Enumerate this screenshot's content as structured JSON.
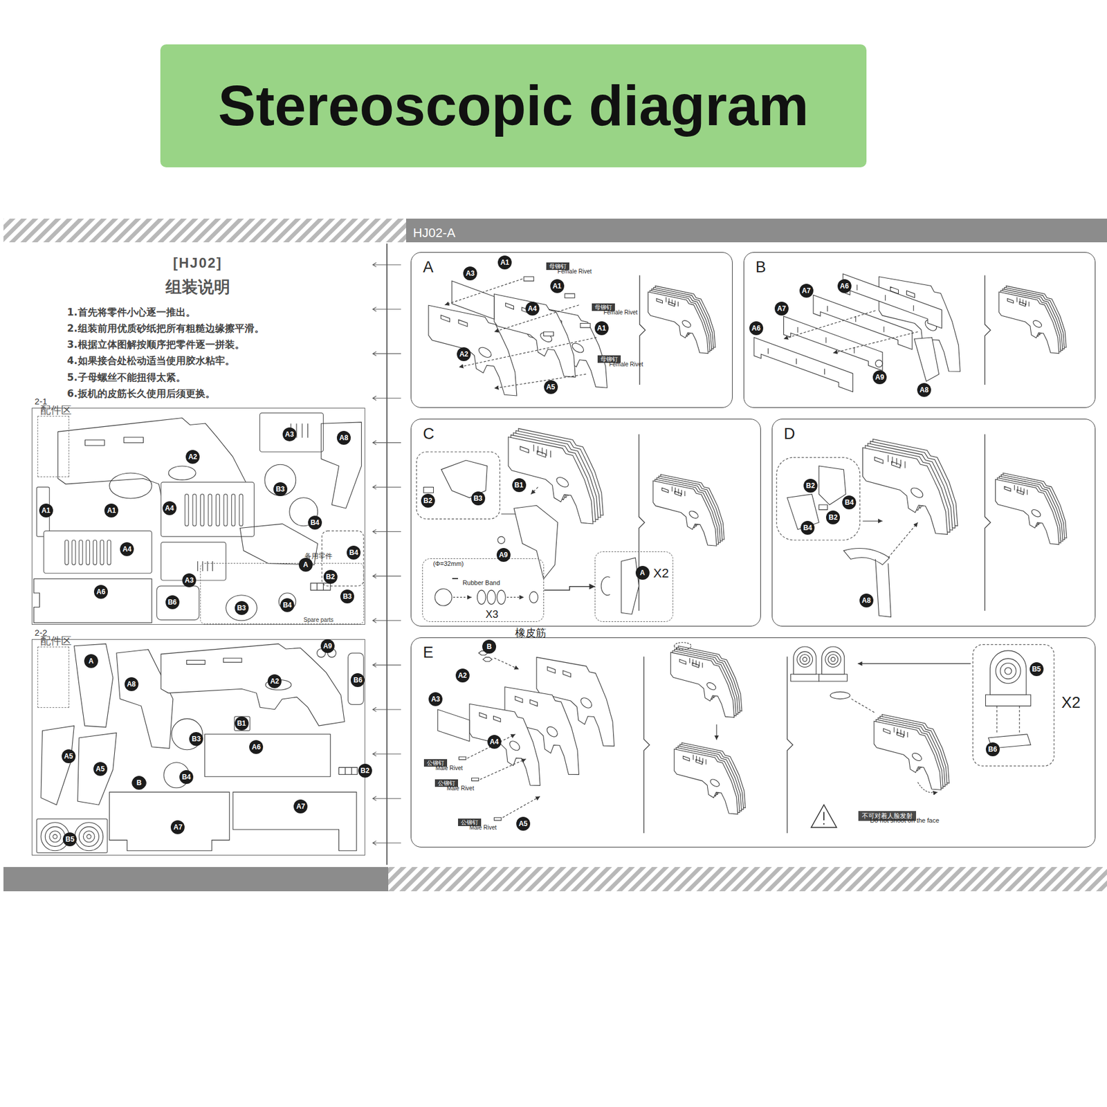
{
  "diagram": {
    "title": "Stereoscopic diagram",
    "nodes": [
      {
        "text": [
          "2-1"
        ]
      },
      {
        "text": [
          "配件区"
        ],
        "in": 0
      },
      {
        "text": [
          "备用零件",
          "Spare parts"
        ],
        "in": 0
      },
      {
        "text": [
          "2-2"
        ]
      },
      {
        "text": [
          "配件区"
        ],
        "in": 3
      },
      {
        "text": [
          "A"
        ]
      },
      {
        "text": [
          "Female Rivet",
          "母铆钉"
        ],
        "in": 5
      },
      {
        "text": [
          "Female Rivet",
          "母铆钉"
        ],
        "in": 5
      },
      {
        "text": [
          "Female Rivet",
          "母铆钉"
        ],
        "in": 5
      },
      {
        "text": [
          "B"
        ]
      },
      {
        "text": [
          "C"
        ]
      },
      {
        "text": [
          "(Φ=32mm)",
          "X3"
        ],
        "in": 10
      },
      {
        "text": [
          "Rubber Band",
          "橡皮筋"
        ],
        "in": 11
      },
      {
        "text": [
          "X2"
        ],
        "in": 10
      },
      {
        "text": [
          "D"
        ]
      },
      {
        "text": [
          "E"
        ]
      },
      {
        "text": [
          "Male Rivet",
          "公铆钉"
        ],
        "in": 15
      },
      {
        "text": [
          "Male Rivet",
          "公铆钉"
        ],
        "in": 15
      },
      {
        "text": [
          "Male Rivet",
          "公铆钉"
        ],
        "in": 15
      },
      {
        "text": [
          "Do not shoot on the face",
          "不可对着人脸发射"
        ],
        "in": 15
      }
    ],
    "edges": [
      {
        "from": 11,
        "to": 13,
        "arrow": "to"
      }
    ],
    "labels": [
      "HJ02-A",
      "[HJ02]",
      "组装说明",
      "1.首先将零件小心逐一推出。",
      "2.组装前用优质砂纸把所有粗糙边缘擦平滑。",
      "3.根据立体图解按顺序把零件逐一拼装。",
      "4.如果接合处松动适当使用胶水粘牢。",
      "5.子母螺丝不能扭得太紧。",
      "6.扳机的皮筋长久使用后须更换。",
      "A3",
      "A8",
      "A2",
      "B3",
      "A1",
      "A1",
      "A4",
      "B4",
      "B4",
      "A4",
      "A",
      "B2",
      "A3",
      "A6",
      "B6",
      "B3",
      "B3",
      "B4",
      "A9",
      "A",
      "B6",
      "A2",
      "A8",
      "B1",
      "B3",
      "A6",
      "A5",
      "A5",
      "B2",
      "B4",
      "B",
      "A7",
      "A7",
      "B5",
      "A1",
      "A3",
      "A1",
      "A4",
      "A1",
      "A2",
      "A5",
      "A6",
      "A7",
      "A7",
      "A6",
      "A9",
      "A8",
      "B1",
      "B3",
      "B2",
      "A9",
      "A",
      "B2",
      "B4",
      "B2",
      "B4",
      "A8",
      "B",
      "B5",
      "A2",
      "A3",
      "X2",
      "A4",
      "B6",
      "A5"
    ]
  }
}
